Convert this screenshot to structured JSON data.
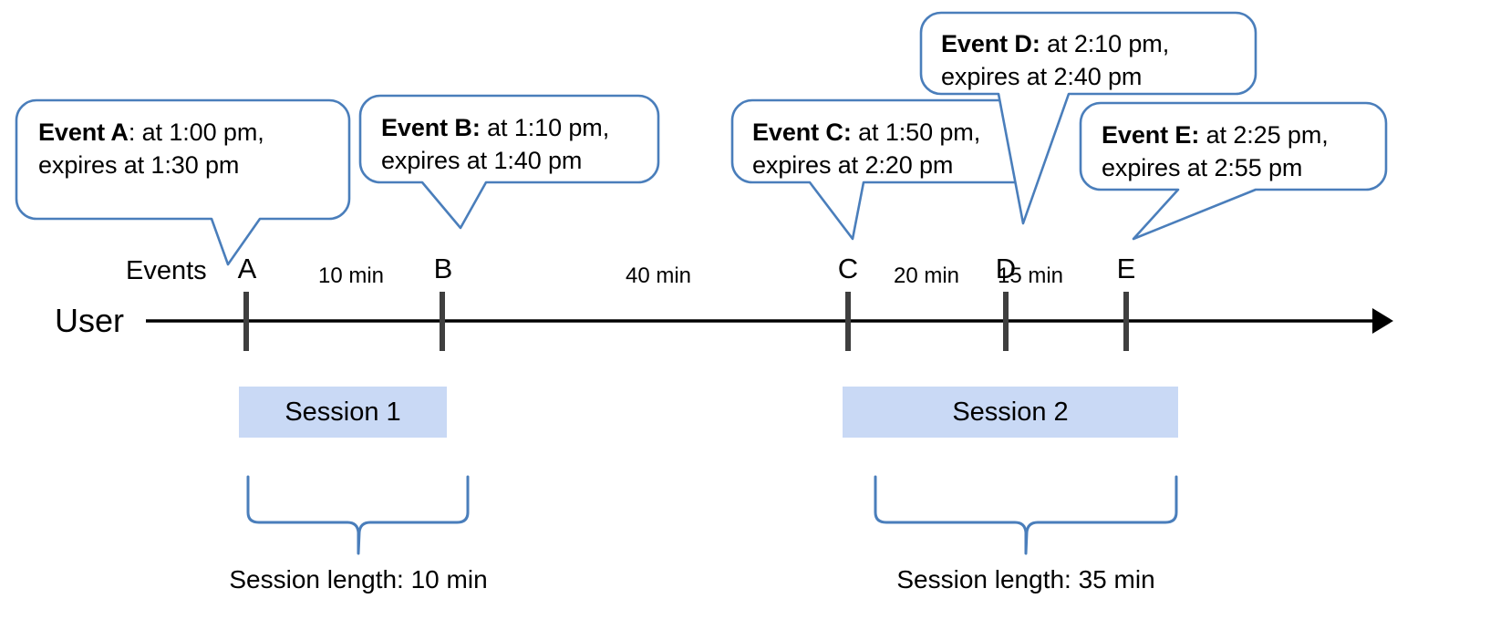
{
  "diagram": {
    "title_row": {
      "events_label": "Events",
      "user_label": "User"
    },
    "colors": {
      "callout_stroke": "#4a7ebb",
      "session_bar_fill": "#c9d9f5",
      "axis": "#000000",
      "tick": "#404040",
      "brace": "#4a7ebb"
    },
    "callouts": [
      {
        "id": "A",
        "bold": "Event A",
        "line1_rest": ": at 1:00 pm,",
        "line2": "expires at 1:30 pm"
      },
      {
        "id": "B",
        "bold": "Event B:",
        "line1_rest": " at 1:10 pm,",
        "line2": "expires at 1:40 pm"
      },
      {
        "id": "C",
        "bold": "Event C:",
        "line1_rest": " at 1:50 pm,",
        "line2": "expires at 2:20 pm"
      },
      {
        "id": "D",
        "bold": "Event D:",
        "line1_rest": " at 2:10 pm,",
        "line2": "expires at 2:40 pm"
      },
      {
        "id": "E",
        "bold": "Event E:",
        "line1_rest": " at 2:25 pm,",
        "line2": "expires at 2:55 pm"
      }
    ],
    "ticks": [
      {
        "label": "A"
      },
      {
        "label": "B"
      },
      {
        "label": "C"
      },
      {
        "label": "D"
      },
      {
        "label": "E"
      }
    ],
    "gaps": [
      {
        "label": "10 min"
      },
      {
        "label": "40 min"
      },
      {
        "label": "20 min"
      },
      {
        "label": "15 min"
      }
    ],
    "sessions": [
      {
        "bar_label": "Session 1",
        "length_label": "Session length: 10 min"
      },
      {
        "bar_label": "Session 2",
        "length_label": "Session length: 35 min"
      }
    ]
  }
}
